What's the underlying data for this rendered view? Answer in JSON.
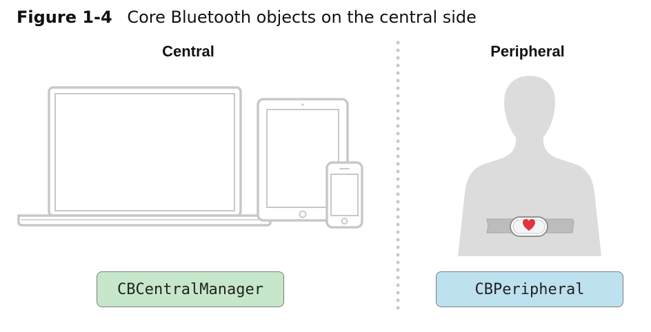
{
  "caption": {
    "number": "Figure 1-4",
    "title": "Core Bluetooth objects on the central side"
  },
  "central": {
    "heading": "Central",
    "class_name": "CBCentralManager",
    "box_color": "#c6e7c9",
    "devices": [
      "laptop-icon",
      "tablet-icon",
      "phone-icon"
    ]
  },
  "peripheral": {
    "heading": "Peripheral",
    "class_name": "CBPeripheral",
    "box_color": "#bde1ee",
    "devices": [
      "person-silhouette",
      "heart-rate-strap-icon"
    ]
  },
  "colors": {
    "device_outline": "#c8c8c8",
    "silhouette": "#dcdcdc",
    "heart": "#e0343f"
  }
}
